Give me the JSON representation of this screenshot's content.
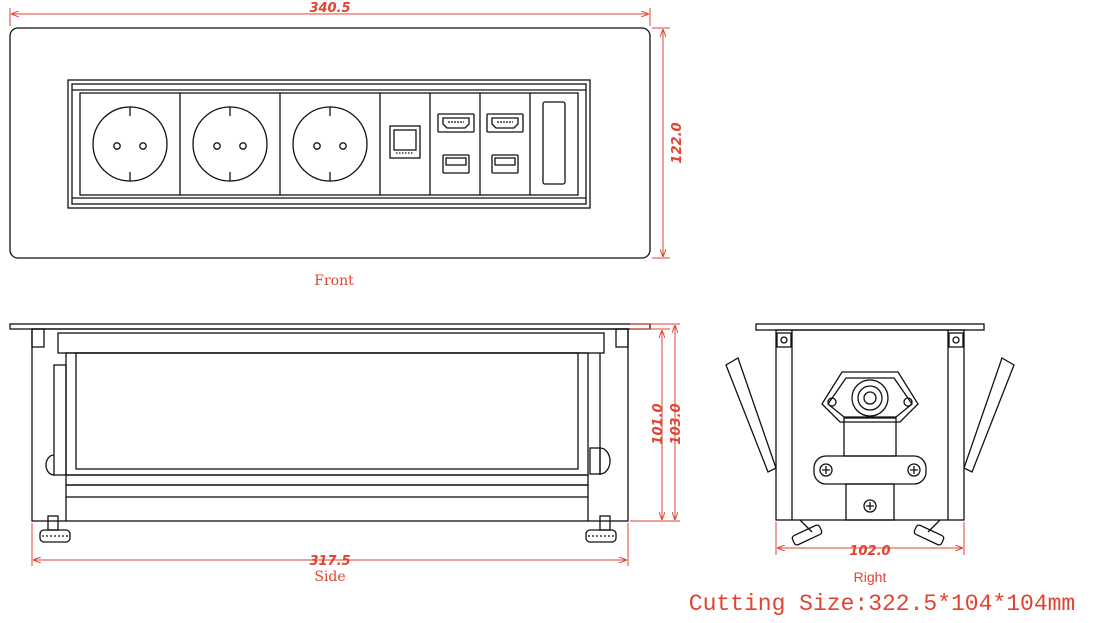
{
  "front": {
    "width_dim": "340.5",
    "height_dim": "122.0",
    "label": "Front",
    "sockets": 3,
    "data_modules": [
      "rj45",
      "hdmi-usb",
      "hdmi-usb",
      "blank"
    ]
  },
  "side": {
    "length_dim": "317.5",
    "height_dim_inner": "101.0",
    "height_dim_outer": "103.0",
    "label": "Side"
  },
  "right": {
    "width_dim": "102.0",
    "label": "Right"
  },
  "cutting_size": "Cutting Size:322.5*104*104mm",
  "colors": {
    "outline": "#111111",
    "dimension": "#e0432f"
  }
}
